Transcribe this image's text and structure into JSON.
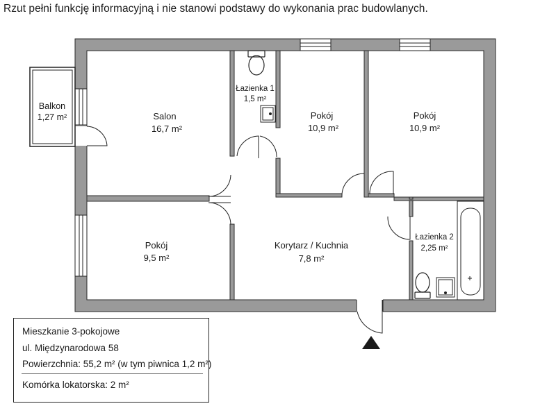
{
  "disclaimer": "Rzut pełni funkcję informacyjną i nie stanowi podstawy do wykonania prac budowlanych.",
  "rooms": {
    "balkon": {
      "name": "Balkon",
      "area": "1,27 m²"
    },
    "salon": {
      "name": "Salon",
      "area": "16,7 m²"
    },
    "lazienka1": {
      "name": "Łazienka 1",
      "area": "1,5 m²"
    },
    "pokoj1": {
      "name": "Pokój",
      "area": "10,9 m²"
    },
    "pokoj2": {
      "name": "Pokój",
      "area": "10,9 m²"
    },
    "pokoj3": {
      "name": "Pokój",
      "area": "9,5 m²"
    },
    "korytarz": {
      "name": "Korytarz / Kuchnia",
      "area": "7,8 m²"
    },
    "lazienka2": {
      "name": "Łazienka 2",
      "area": "2,25 m²"
    }
  },
  "info": {
    "title": "Mieszkanie 3-pokojowe",
    "address": "ul. Międzynarodowa 58",
    "area": "Powierzchnia: 55,2 m² (w tym piwnica 1,2 m²)",
    "storage": "Komórka lokatorska: 2 m²"
  },
  "colors": {
    "wall": "#9a9a9a",
    "wall_edge": "#2b2b2b",
    "line": "#222222"
  },
  "icons": [
    "entrance-arrow-icon",
    "toilet-icon",
    "sink-icon",
    "bathtub-icon"
  ]
}
